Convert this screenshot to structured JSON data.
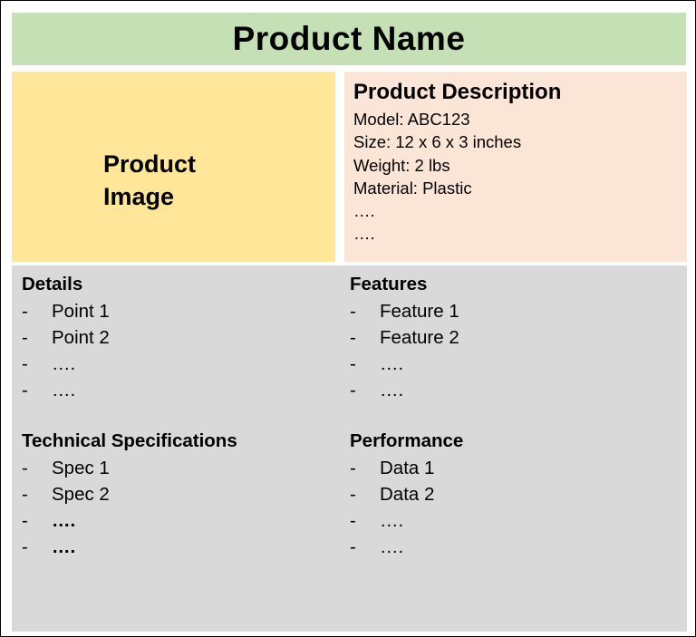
{
  "title": "Product Name",
  "image_placeholder": {
    "line1": "Product",
    "line2": "Image"
  },
  "description": {
    "heading": "Product Description",
    "lines": [
      "Model: ABC123",
      "Size: 12 x 6 x 3 inches",
      "Weight: 2 lbs",
      "Material: Plastic",
      "….",
      "…."
    ]
  },
  "sections": {
    "details": {
      "heading": "Details",
      "items": [
        "Point 1",
        "Point 2",
        "….",
        "…."
      ]
    },
    "features": {
      "heading": "Features",
      "items": [
        "Feature 1",
        "Feature 2",
        "….",
        "…."
      ]
    },
    "technical": {
      "heading": "Technical Specifications",
      "items": [
        "Spec 1",
        "Spec 2",
        "….",
        "…."
      ]
    },
    "performance": {
      "heading": "Performance",
      "items": [
        "Data 1",
        "Data 2",
        "….",
        "…."
      ]
    }
  },
  "bullet": "-",
  "colors": {
    "title_bg": "#c5e0b4",
    "image_bg": "#ffe699",
    "description_bg": "#fbe5d6",
    "sections_bg": "#d9d9d9"
  }
}
